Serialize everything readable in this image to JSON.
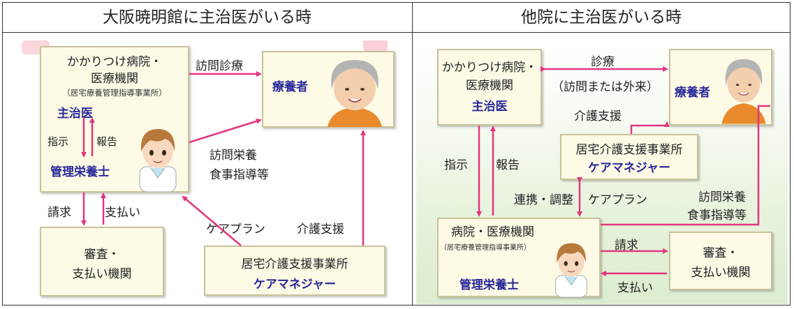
{
  "left": {
    "title": "大阪暁明館に主治医がいる時",
    "clinic_line1": "かかりつけ病院・",
    "clinic_line2": "医療機関",
    "clinic_note": "（居宅療養管理指導事業所）",
    "doctor": "主治医",
    "instruct": "指示",
    "report": "報告",
    "dietitian": "管理栄養士",
    "visit_care": "訪問診療",
    "patient": "療養者",
    "visit_nutrition_1": "訪問栄養",
    "visit_nutrition_2": "食事指導等",
    "claim": "請求",
    "payment": "支払い",
    "review_1": "審査・",
    "review_2": "支払い機関",
    "careplan": "ケアプラン",
    "care_support": "介護支援",
    "office": "居宅介護支援事業所",
    "care_manager": "ケアマネジャー"
  },
  "right": {
    "title": "他院に主治医がいる時",
    "clinic_line1": "かかりつけ病院・",
    "clinic_line2": "医療機関",
    "doctor": "主治医",
    "care": "診療",
    "care_note": "（訪問または外来）",
    "patient": "療養者",
    "care_support": "介護支援",
    "instruct": "指示",
    "report": "報告",
    "office": "居宅介護支援事業所",
    "care_manager": "ケアマネジャー",
    "coordination": "連携・調整",
    "careplan": "ケアプラン",
    "visit_nutrition_1": "訪問栄養",
    "visit_nutrition_2": "食事指導等",
    "hospital": "病院・医療機関",
    "hospital_note": "（居宅療養管理指導事業所）",
    "dietitian": "管理栄養士",
    "claim": "請求",
    "payment": "支払い",
    "review_1": "審査・",
    "review_2": "支払い機関"
  },
  "colors": {
    "arrow": "#e2377f",
    "accent_text": "#2a2a9a",
    "box_fill": "#fdfae6",
    "box_border": "#c9c39a"
  }
}
